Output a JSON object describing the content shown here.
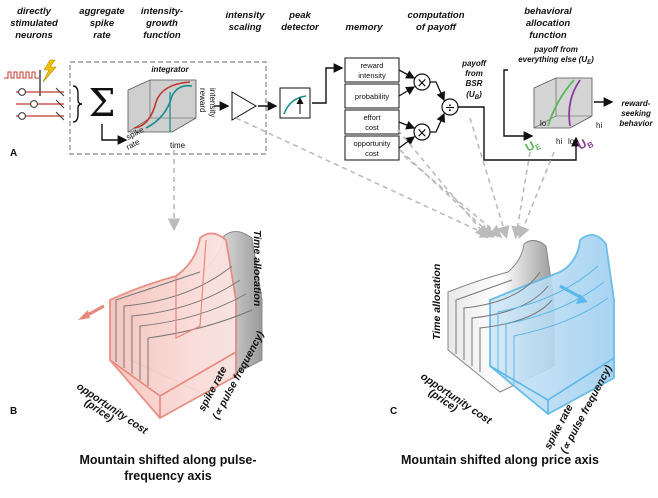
{
  "headers": {
    "neurons": [
      "directly",
      "stimulated",
      "neurons"
    ],
    "aggregate": [
      "aggregate",
      "spike",
      "rate"
    ],
    "growth": [
      "intensity-",
      "growth",
      "function"
    ],
    "scaling": [
      "intensity",
      "scaling"
    ],
    "peak": [
      "peak",
      "detector"
    ],
    "memory": [
      "memory"
    ],
    "payoff": [
      "computation",
      "of payoff"
    ],
    "behavioral": [
      "behavioral",
      "allocation",
      "function"
    ]
  },
  "integrator": {
    "title": "integrator",
    "spike": [
      "spike",
      "rate"
    ],
    "reward": [
      "reward",
      "intensity"
    ],
    "time": "time"
  },
  "memory_boxes": [
    [
      "reward",
      "intensity"
    ],
    [
      "probability"
    ],
    [
      "effort",
      "cost"
    ],
    [
      "opportunity",
      "cost"
    ]
  ],
  "operators": {
    "multiply": "×",
    "divide": "÷",
    "sum": "Σ"
  },
  "payoff_bsr": [
    "payoff",
    "from",
    "BSR",
    "(U",
    "B",
    ")"
  ],
  "payoff_else": [
    "payoff from",
    "everything else (U",
    "E",
    ")"
  ],
  "behavior_labels": {
    "lo_e": "lo",
    "hi_e": "hi",
    "ue": "U",
    "ue_sub": "E",
    "lo_b": "lo",
    "hi_b": "hi",
    "ub": "U",
    "ub_sub": "B"
  },
  "reward_behavior": [
    "reward-",
    "seeking",
    "behavior"
  ],
  "panels": {
    "a": "A",
    "b": "B",
    "c": "C"
  },
  "mountain_b": {
    "time_alloc": "Time allocation",
    "spike_rate": "spike rate",
    "pulse": "(∝ pulse frequency)",
    "opp": "opportunity cost",
    "price": "(price)"
  },
  "mountain_c": {
    "time_alloc": "Time allocation",
    "spike_rate": "spike rate",
    "pulse": "(∝ pulse frequency)",
    "opp": "opportunity cost",
    "price": "(price)"
  },
  "captions": {
    "b": [
      "Mountain shifted along pulse-",
      "frequency axis"
    ],
    "c": [
      "Mountain shifted along price axis"
    ]
  },
  "colors": {
    "accent_red": "#e8877c",
    "accent_blue": "#5bb8e8",
    "teal": "#1a8f8f",
    "green": "#5cb85c",
    "purple": "#8a3c9e",
    "lightning": "#f2c200"
  }
}
